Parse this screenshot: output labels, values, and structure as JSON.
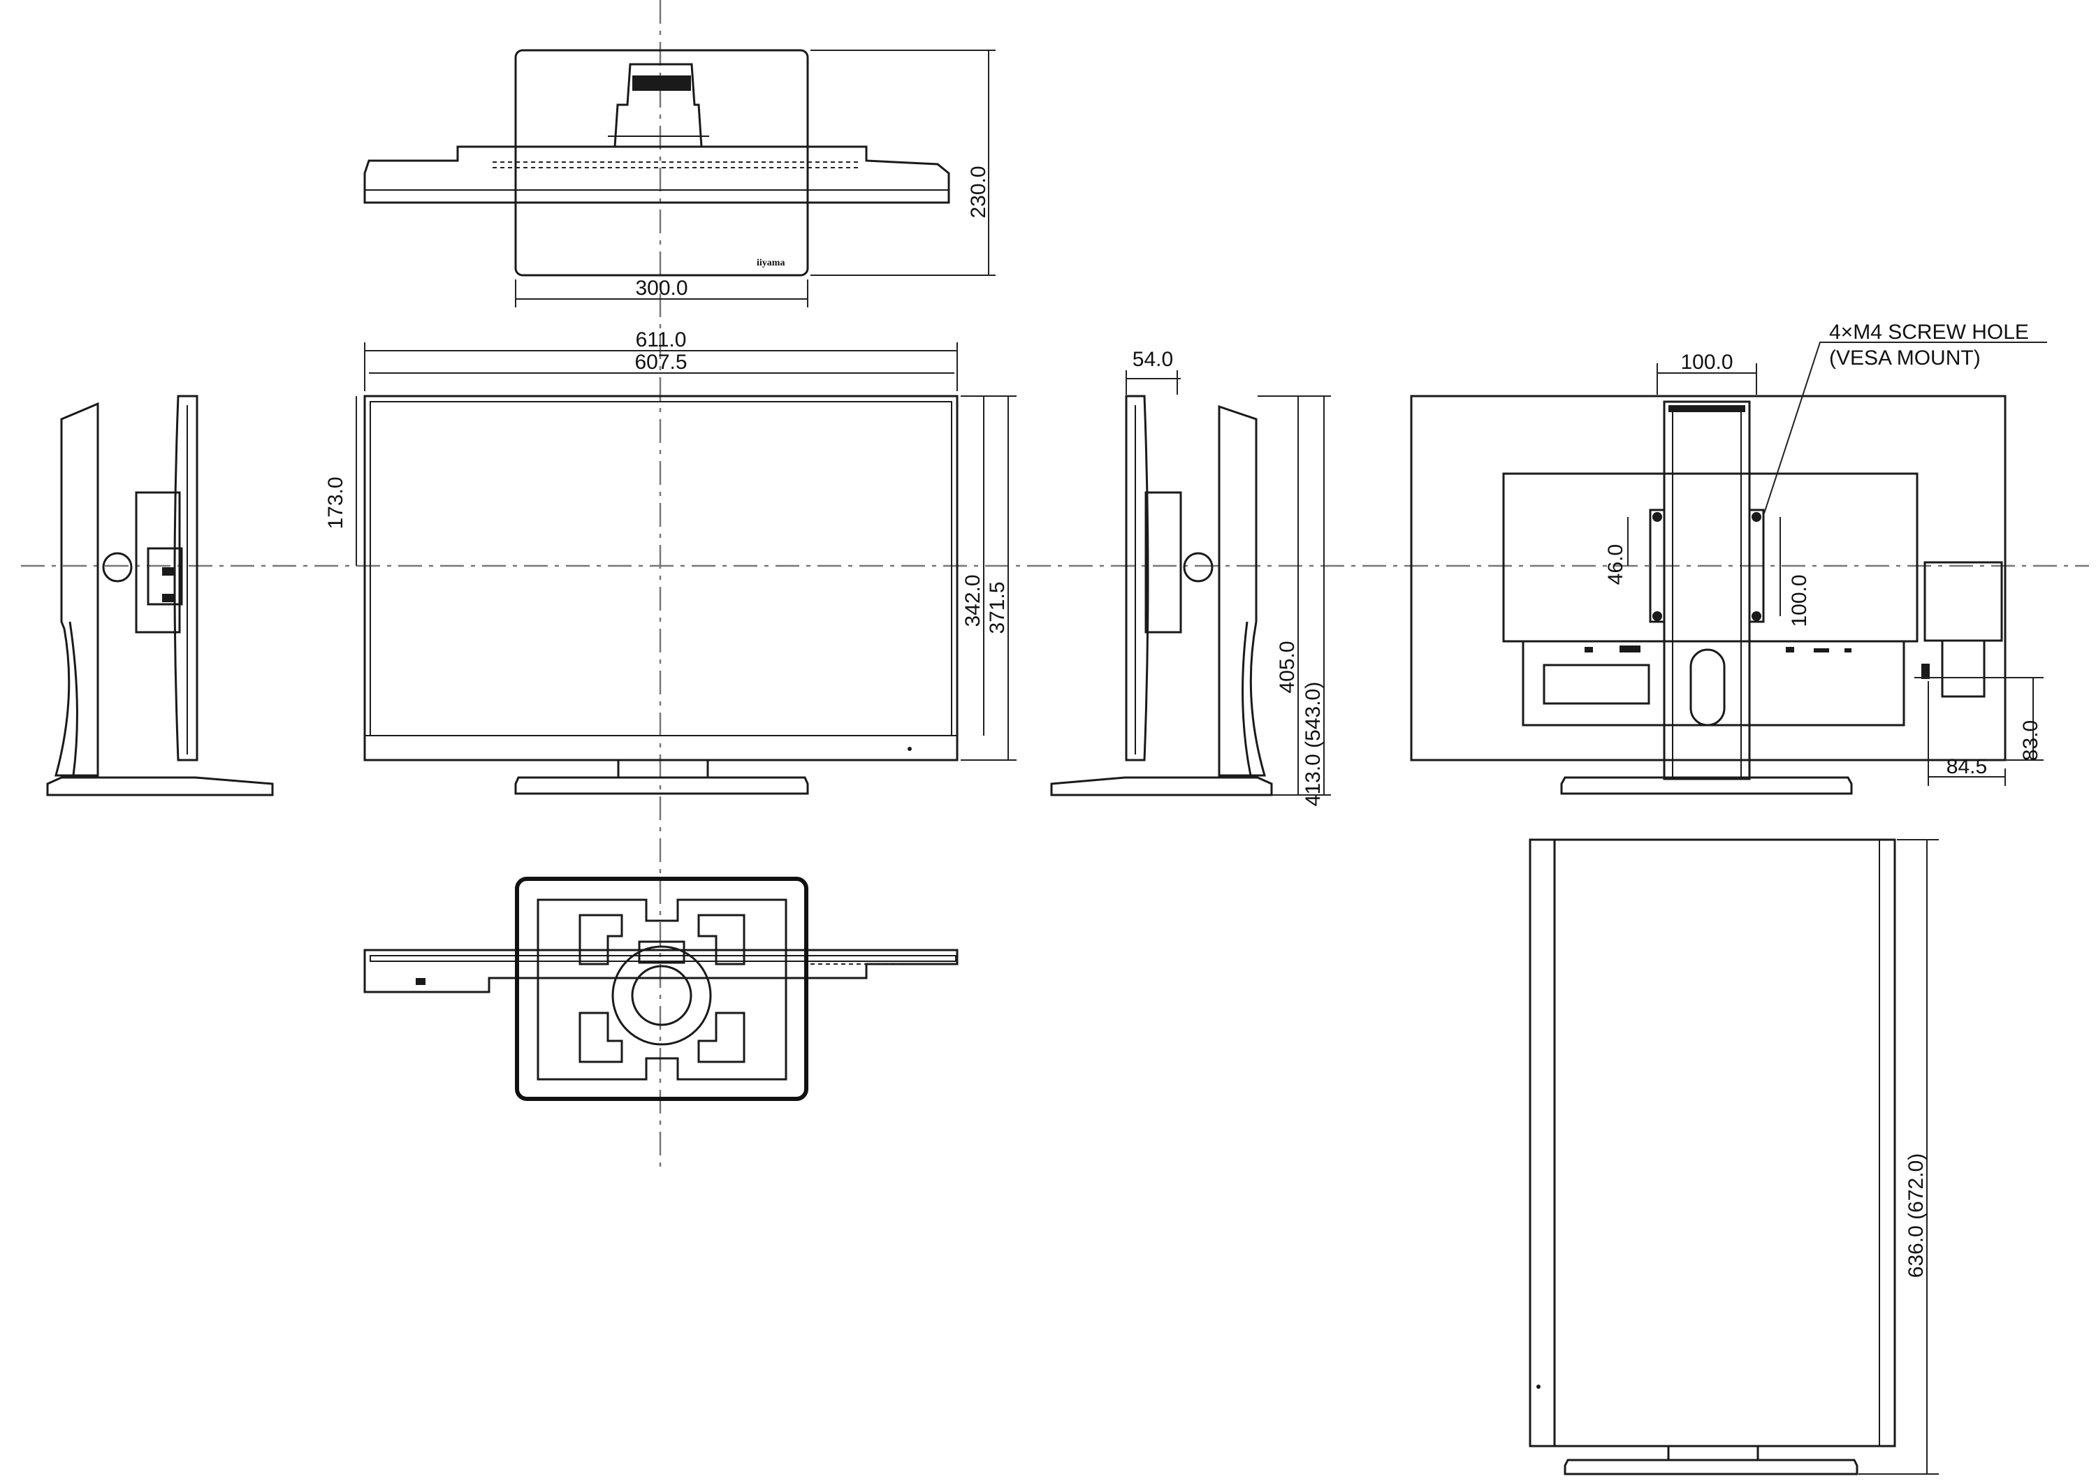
{
  "dimensions": {
    "top_width": "300.0",
    "top_depth": "230.0",
    "overall_width": "611.0",
    "panel_width": "607.5",
    "panel_top_to_center": "173.0",
    "panel_height": "342.0",
    "overall_panel_height": "371.5",
    "side_depth": "54.0",
    "height_min": "405.0",
    "height_range": "413.0 (543.0)",
    "vesa_horizontal": "100.0",
    "vesa_vertical": "100.0",
    "vesa_offset": "46.0",
    "port_height": "83.0",
    "port_offset": "84.5",
    "portrait_height": "636.0 (672.0)"
  },
  "notes": {
    "screw_line1": "4×M4 SCREW HOLE",
    "screw_line2": "(VESA MOUNT)"
  },
  "logos": {
    "brand": "iiyama"
  }
}
